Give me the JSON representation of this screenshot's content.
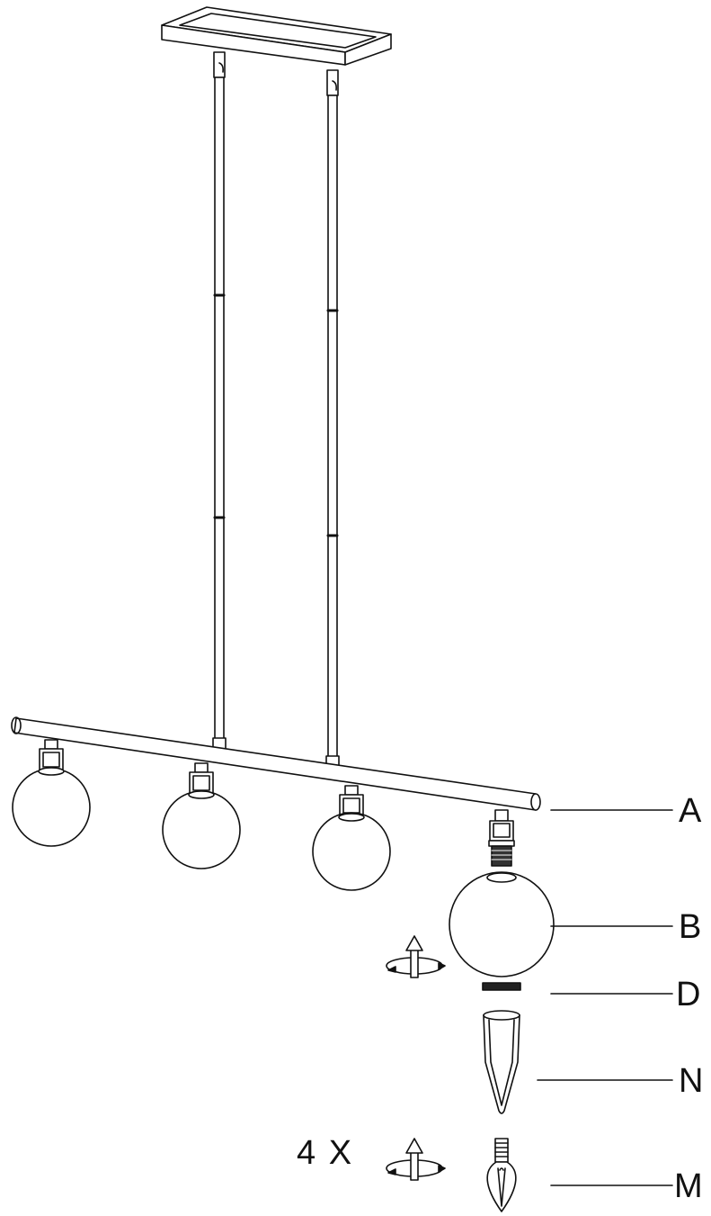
{
  "labels": {
    "A": "A",
    "B": "B",
    "D": "D",
    "N": "N",
    "M": "M"
  },
  "quantity": "4 X",
  "colors": {
    "line": "#111111",
    "fill": "#ffffff"
  },
  "icons": [
    "rotate-screw-icon",
    "rotate-screw-icon"
  ]
}
